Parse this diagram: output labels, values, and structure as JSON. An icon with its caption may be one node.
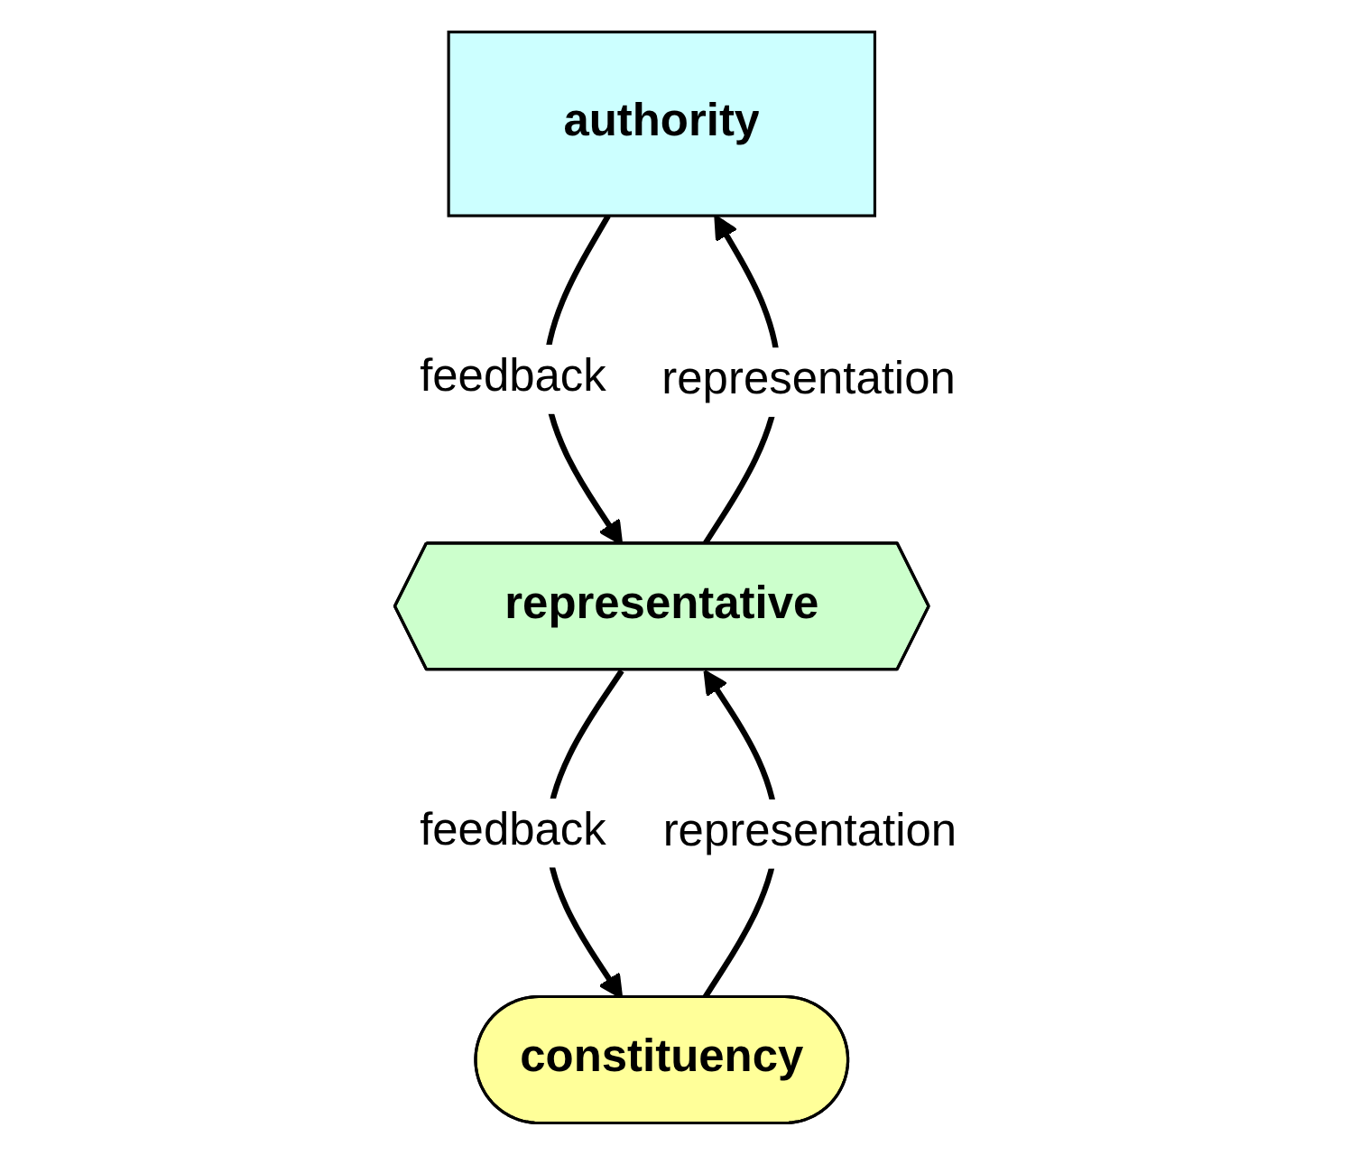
{
  "diagram": {
    "nodes": [
      {
        "text": [
          "authority"
        ]
      },
      {
        "text": [
          "representative"
        ]
      },
      {
        "text": [
          "constituency"
        ]
      }
    ],
    "edges": [
      {
        "from": 0,
        "to": 1,
        "arrow": "to",
        "label": "feedback"
      },
      {
        "from": 1,
        "to": 0,
        "arrow": "to",
        "label": "representation"
      },
      {
        "from": 1,
        "to": 2,
        "arrow": "to",
        "label": "feedback"
      },
      {
        "from": 2,
        "to": 1,
        "arrow": "to",
        "label": "representation"
      }
    ]
  }
}
